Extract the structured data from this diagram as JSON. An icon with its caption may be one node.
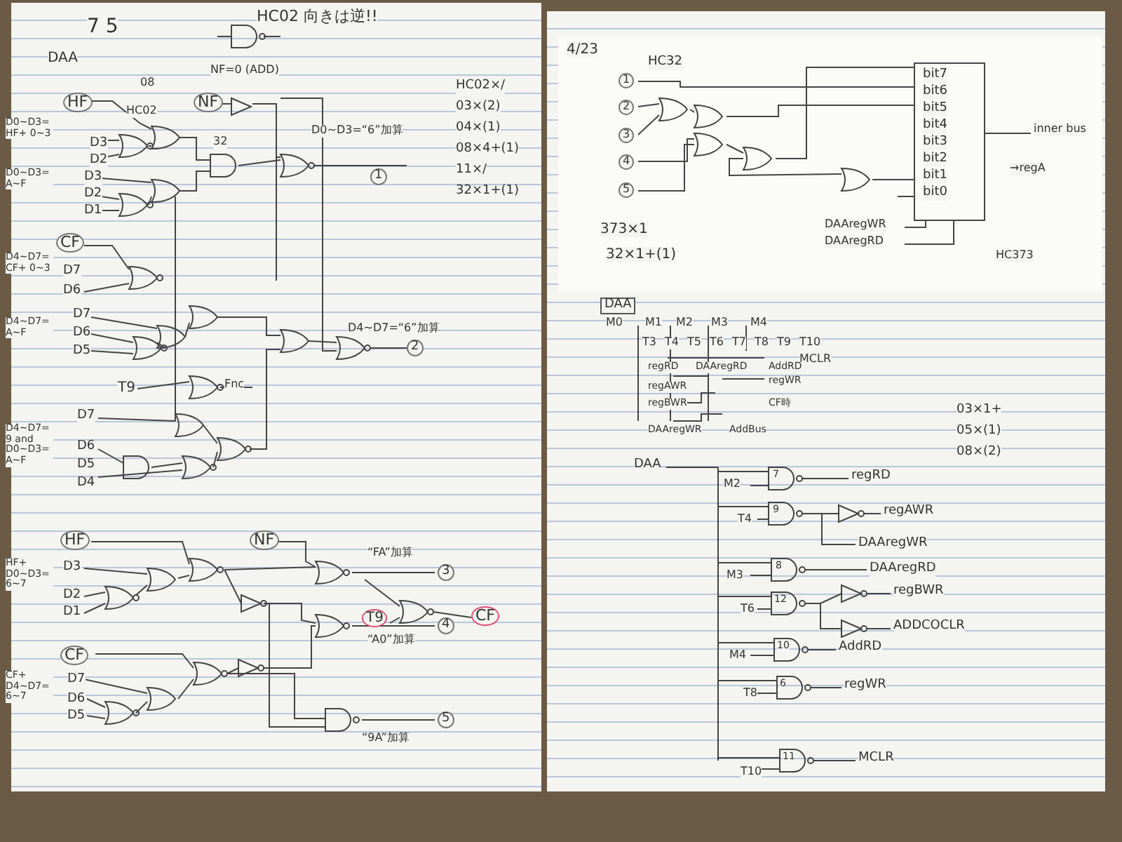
{
  "diagram": {
    "labels": [
      "7 5",
      "HC02 向きは逆!!",
      "DAA",
      "NF=0 (ADD)",
      "HF",
      "HC02",
      "D0~D3= HF+ 0~3",
      "D3",
      "D2",
      "NF",
      "08",
      "32",
      "D0~D3=“6”加算",
      "D0~D3= A~F",
      "D3",
      "D2",
      "D1",
      "1",
      "HC02×/",
      "03×(2)",
      "04×(1)",
      "08×4+(1)",
      "11×/",
      "32×1+(1)",
      "CF",
      "D4~D7= CF+ 0~3",
      "D7",
      "D6",
      "D4~D7= A~F",
      "D7",
      "D6",
      "D5",
      "T9",
      "Fnc",
      "D4~D7=“6”加算",
      "2",
      "D7",
      "D4~D7= 9 and D0~D3= A~F",
      "D6",
      "D5",
      "D4",
      "HF",
      "HF+ D0~D3= 6~7",
      "D3",
      "D2",
      "D1",
      "NF",
      "“FA”加算",
      "3",
      "T9",
      "CF",
      "“A0”加算",
      "4",
      "CF",
      "CF+ D4~D7= 6~7",
      "D7",
      "D6",
      "D5",
      "5",
      "“9A”加算",
      "4/23",
      "HC32",
      "1",
      "2",
      "3",
      "4",
      "5",
      "bit7",
      "bit6",
      "bit5",
      "bit4",
      "bit3",
      "bit2",
      "bit1",
      "bit0",
      "inner bus",
      "→regA",
      "373×1",
      "32×1+(1)",
      "DAAregWR",
      "DAAregRD",
      "HC373",
      "DAA",
      "M0",
      "M1",
      "M2",
      "M3",
      "M4",
      "T3",
      "T4",
      "T5",
      "T6",
      "T7",
      "T8",
      "T9",
      "T10",
      "MCLR",
      "regRD",
      "DAAregRD",
      "AddRD",
      "regAWR",
      "regWR",
      "regBWR",
      "CF時",
      "DAAregWR",
      "AddBus",
      "03×1+",
      "05×(1)",
      "08×(2)",
      "DAA",
      "M2",
      "regRD",
      "T4",
      "regAWR",
      "DAAregWR",
      "M3",
      "DAAregRD",
      "T6",
      "regBWR",
      "ADDCOCLR",
      "M4",
      "AddRD",
      "T8",
      "regWR",
      "T10",
      "MCLR",
      "7",
      "9",
      "8",
      "12",
      "10",
      "6",
      "11"
    ]
  }
}
